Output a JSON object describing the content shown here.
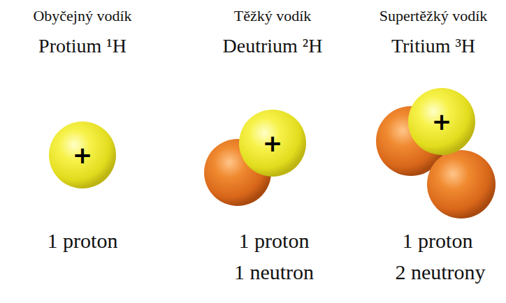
{
  "diagram": {
    "nodes": [
      {
        "text": [
          "+"
        ]
      },
      {
        "text": [
          "+"
        ]
      },
      {
        "text": [
          "+"
        ]
      }
    ],
    "labels": [
      "Obyčejný vodík",
      "Protium ¹H",
      "Těžký vodík",
      "Deutrium ²H",
      "Supertěžký vodík",
      "Tritium ³H",
      "1 proton",
      "1 proton",
      "1 neutron",
      "1 proton",
      "2 neutrony"
    ]
  }
}
